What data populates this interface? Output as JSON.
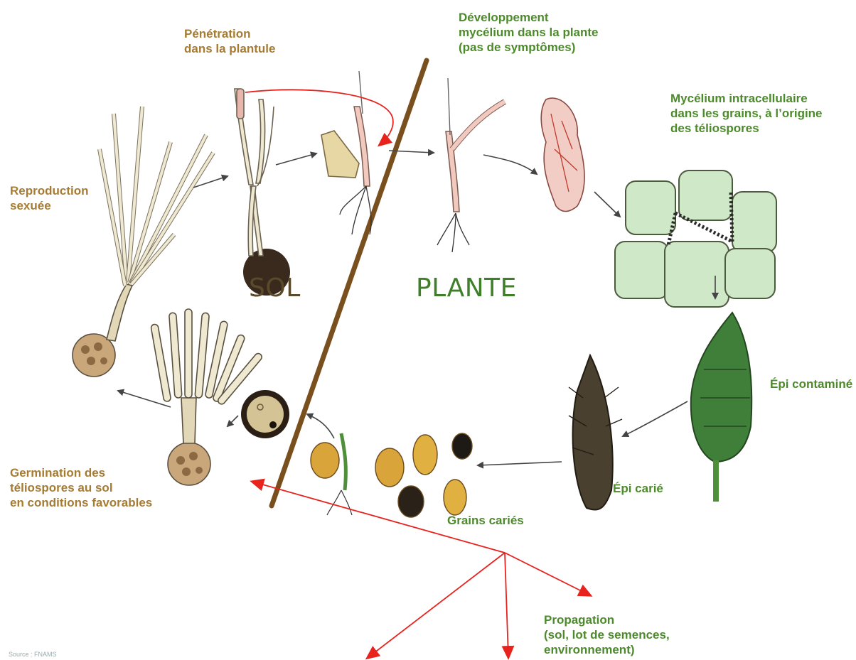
{
  "diagram": {
    "zones": {
      "sol": "SOL",
      "plante": "PLANTE"
    },
    "labels": {
      "penetration": "Pénétration\ndans la plantule",
      "developpement": "Développement\nmycélium dans la plante\n(pas de symptômes)",
      "mycelium": "Mycélium intracellulaire\ndans les grains, à l’origine\ndes téliospores",
      "reproduction": "Reproduction\nsexuée",
      "epi_contamine": "Épi contaminé",
      "epi_carie": "Épi carié",
      "grains_caries": "Grains cariés",
      "germination": "Germination des\ntéliospores au sol\nen conditions favorables",
      "propagation": "Propagation\n(sol, lot de semences,\n environnement)"
    },
    "source": "Source : FNAMS",
    "colors": {
      "soil_text": "#a67b32",
      "plant_text": "#4c8a2b",
      "divider": "#7a4f1e",
      "propagation_arrow": "#e8231d",
      "cycle_arrow": "#444444"
    }
  }
}
